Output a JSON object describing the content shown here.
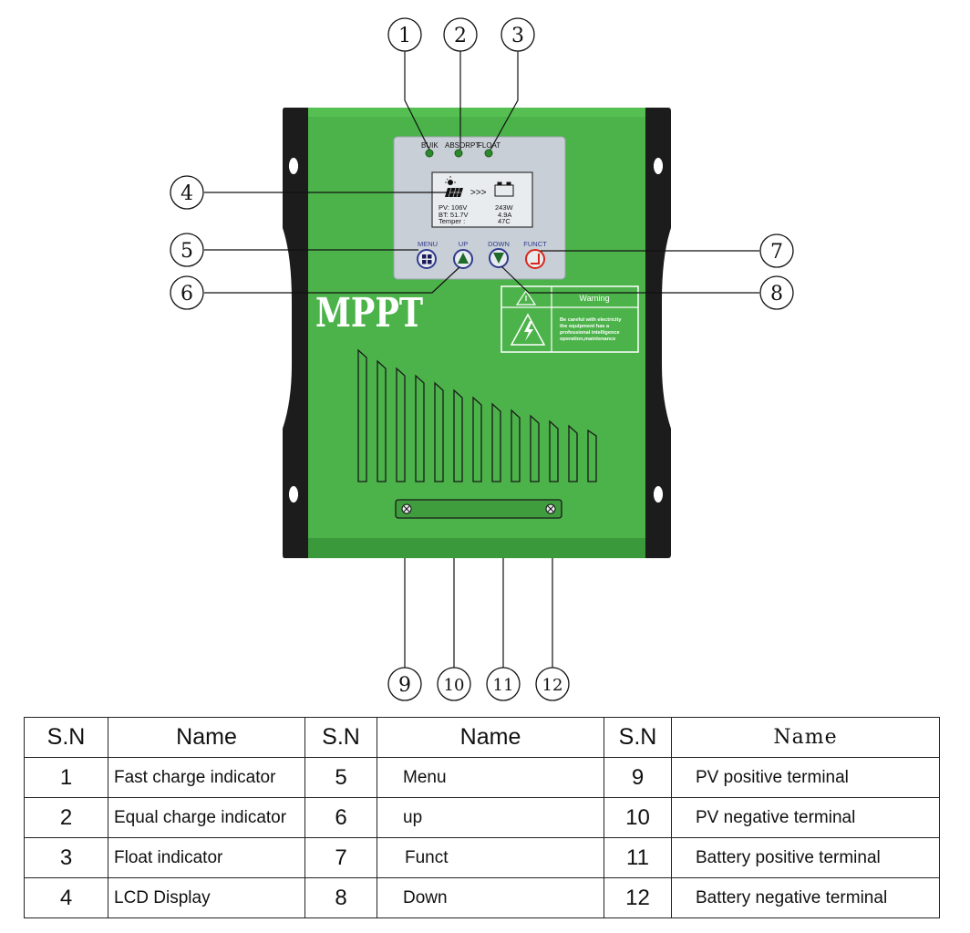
{
  "leds": [
    "BUIK",
    "ABSORPT",
    "FLOAT"
  ],
  "lcd": {
    "arrows": ">>>",
    "rows": [
      {
        "label": "PV: 106V",
        "value": "243W"
      },
      {
        "label": "BT: 51.7V",
        "value": "4.9A"
      },
      {
        "label": "Temper :",
        "value": "47C"
      }
    ]
  },
  "buttons": {
    "menu": "MENU",
    "up": "UP",
    "down": "DOWN",
    "funct": "FUNCT"
  },
  "brand": "MPPT",
  "warning": {
    "title": "Warning",
    "text": [
      "Be careful with electricity",
      "the equipment has a",
      "professional intelligence",
      "operation,maintenance"
    ]
  },
  "callouts": [
    "1",
    "2",
    "3",
    "4",
    "5",
    "6",
    "7",
    "8",
    "9",
    "10",
    "11",
    "12"
  ],
  "colors": {
    "body_green": "#4cb34a",
    "body_dark_green": "#3a9a3b",
    "bracket": "#1c1c1c",
    "panel": "#c9cfd6",
    "lcd": "#e8ecef",
    "button_blue": "#2f3a8f",
    "button_red": "#d8261c",
    "led_green": "#2c8a2c"
  },
  "table": {
    "headers": [
      "S.N",
      "Name",
      "S.N",
      "Name",
      "S.N",
      "Name"
    ],
    "rows": [
      [
        "1",
        "Fast charge indicator",
        "5",
        "Menu",
        "9",
        "PV positive terminal"
      ],
      [
        "2",
        "Equal charge indicator",
        "6",
        "up",
        "10",
        "PV negative terminal"
      ],
      [
        "3",
        "Float indicator",
        "7",
        "Funct",
        "11",
        "Battery positive terminal"
      ],
      [
        "4",
        "LCD Display",
        "8",
        "Down",
        "12",
        "Battery negative terminal"
      ]
    ]
  }
}
